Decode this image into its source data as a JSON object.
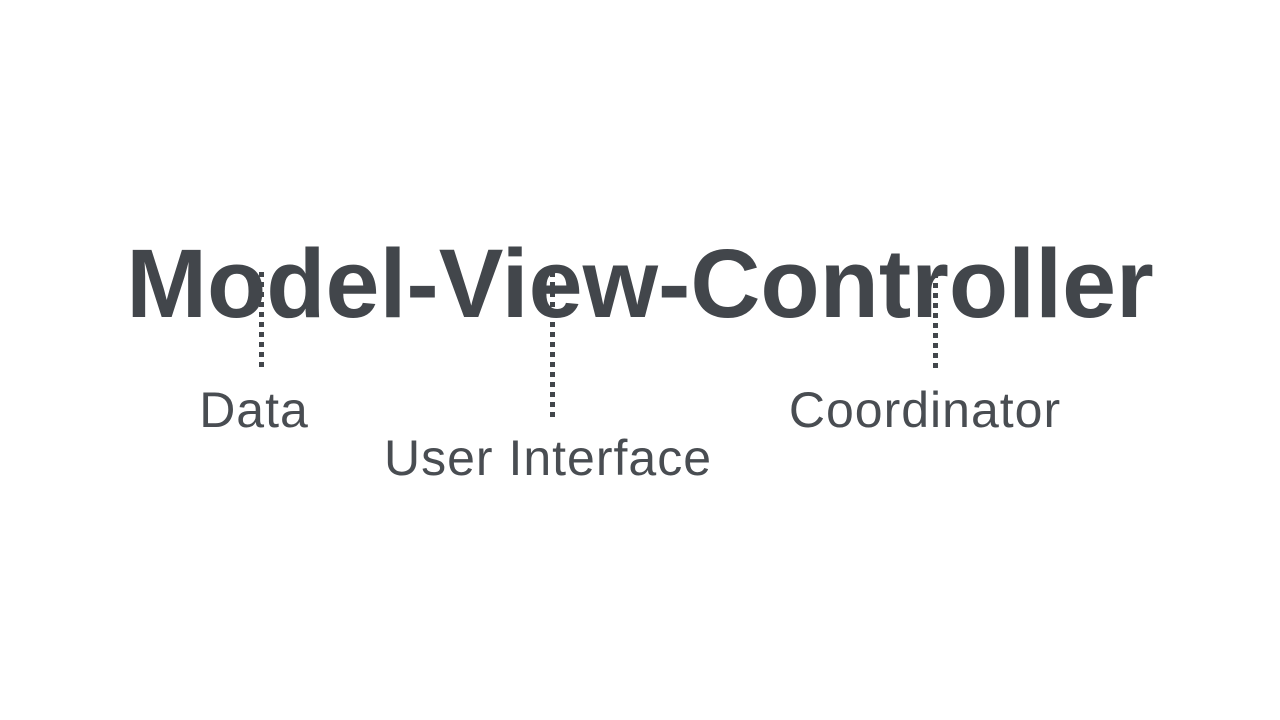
{
  "page": {
    "background_color": "#ffffff",
    "text_color": "#42464b",
    "label_color": "#494d52"
  },
  "diagram": {
    "title": "Model-View-Controller",
    "annotations": [
      {
        "term": "Model",
        "label": "Data"
      },
      {
        "term": "View",
        "label": "User Interface"
      },
      {
        "term": "Controller",
        "label": "Coordinator"
      }
    ]
  }
}
